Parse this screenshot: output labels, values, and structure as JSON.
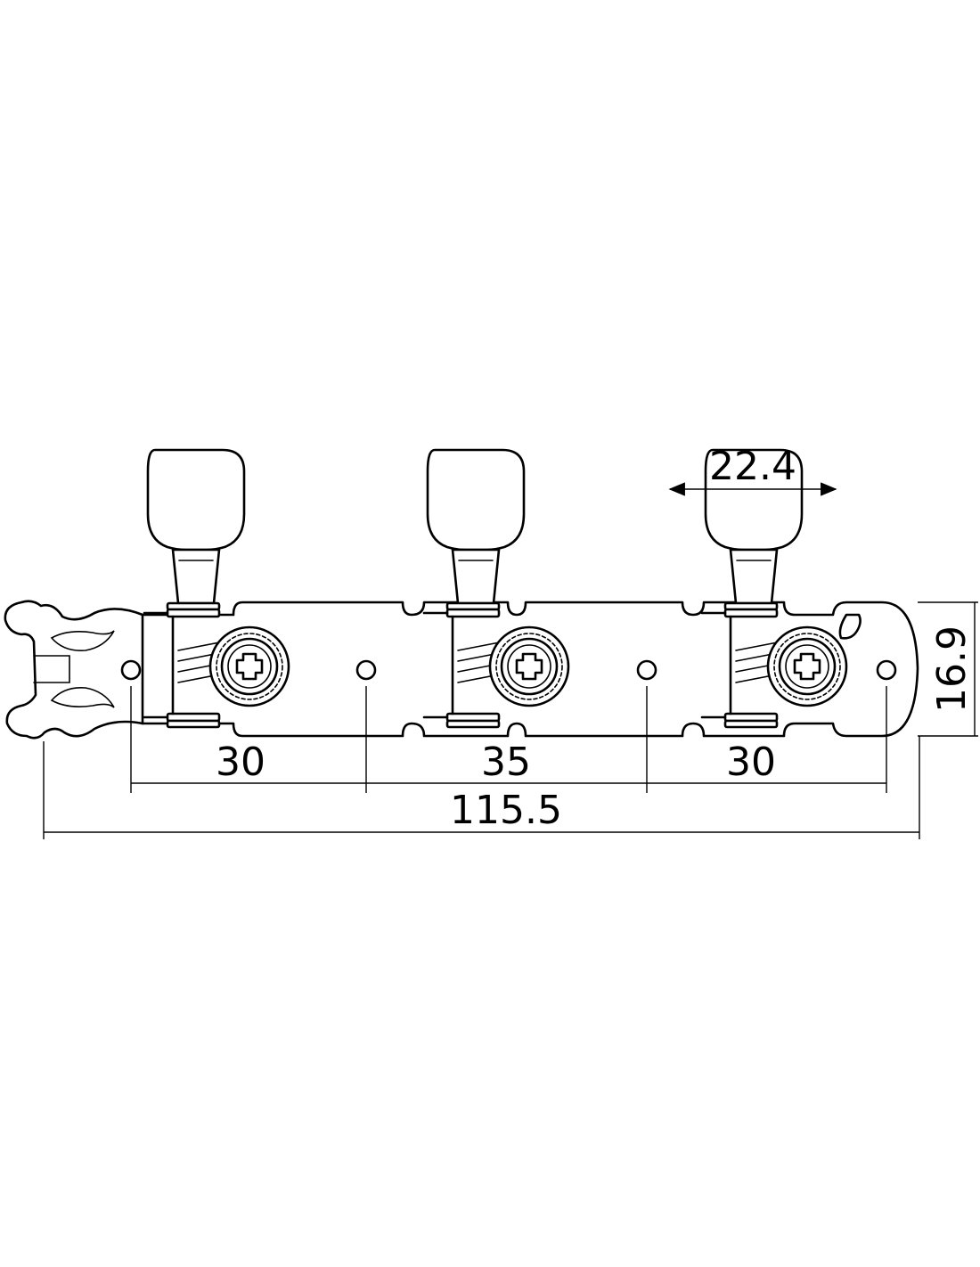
{
  "dimensions": {
    "spacing_1": "30",
    "spacing_2": "35",
    "spacing_3": "30",
    "overall_length": "115.5",
    "knob_width": "22.4",
    "plate_height": "16.9"
  },
  "colors": {
    "line": "#000000",
    "background": "#ffffff"
  },
  "parts": {
    "tuners": 3,
    "icons": [
      "tuning-knob",
      "tuner-post",
      "phillips-screw-head",
      "mounting-hole",
      "lyre-end",
      "worm-gear"
    ]
  }
}
